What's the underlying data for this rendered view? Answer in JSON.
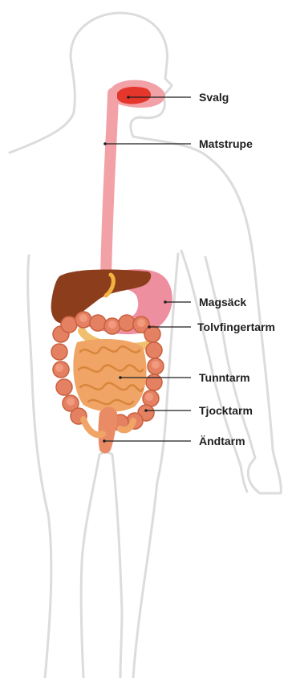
{
  "labels": {
    "pharynx": "Svalg",
    "esophagus": "Matstrupe",
    "stomach": "Magsäck",
    "duodenum": "Tolvfingertarm",
    "small_intestine": "Tunntarm",
    "large_intestine": "Tjocktarm",
    "rectum": "Ändtarm"
  },
  "colors": {
    "outline": "#dcdcdc",
    "esophagus": "#f2a1a7",
    "pharynx": "#e5362b",
    "liver": "#8c3d1c",
    "gallbladder": "#f3b23e",
    "stomach": "#ee8fa0",
    "colon": "#e58163",
    "small_intestine": "#f0a566",
    "rectum": "#e98c66",
    "leader_line": "#1e1e1e"
  }
}
